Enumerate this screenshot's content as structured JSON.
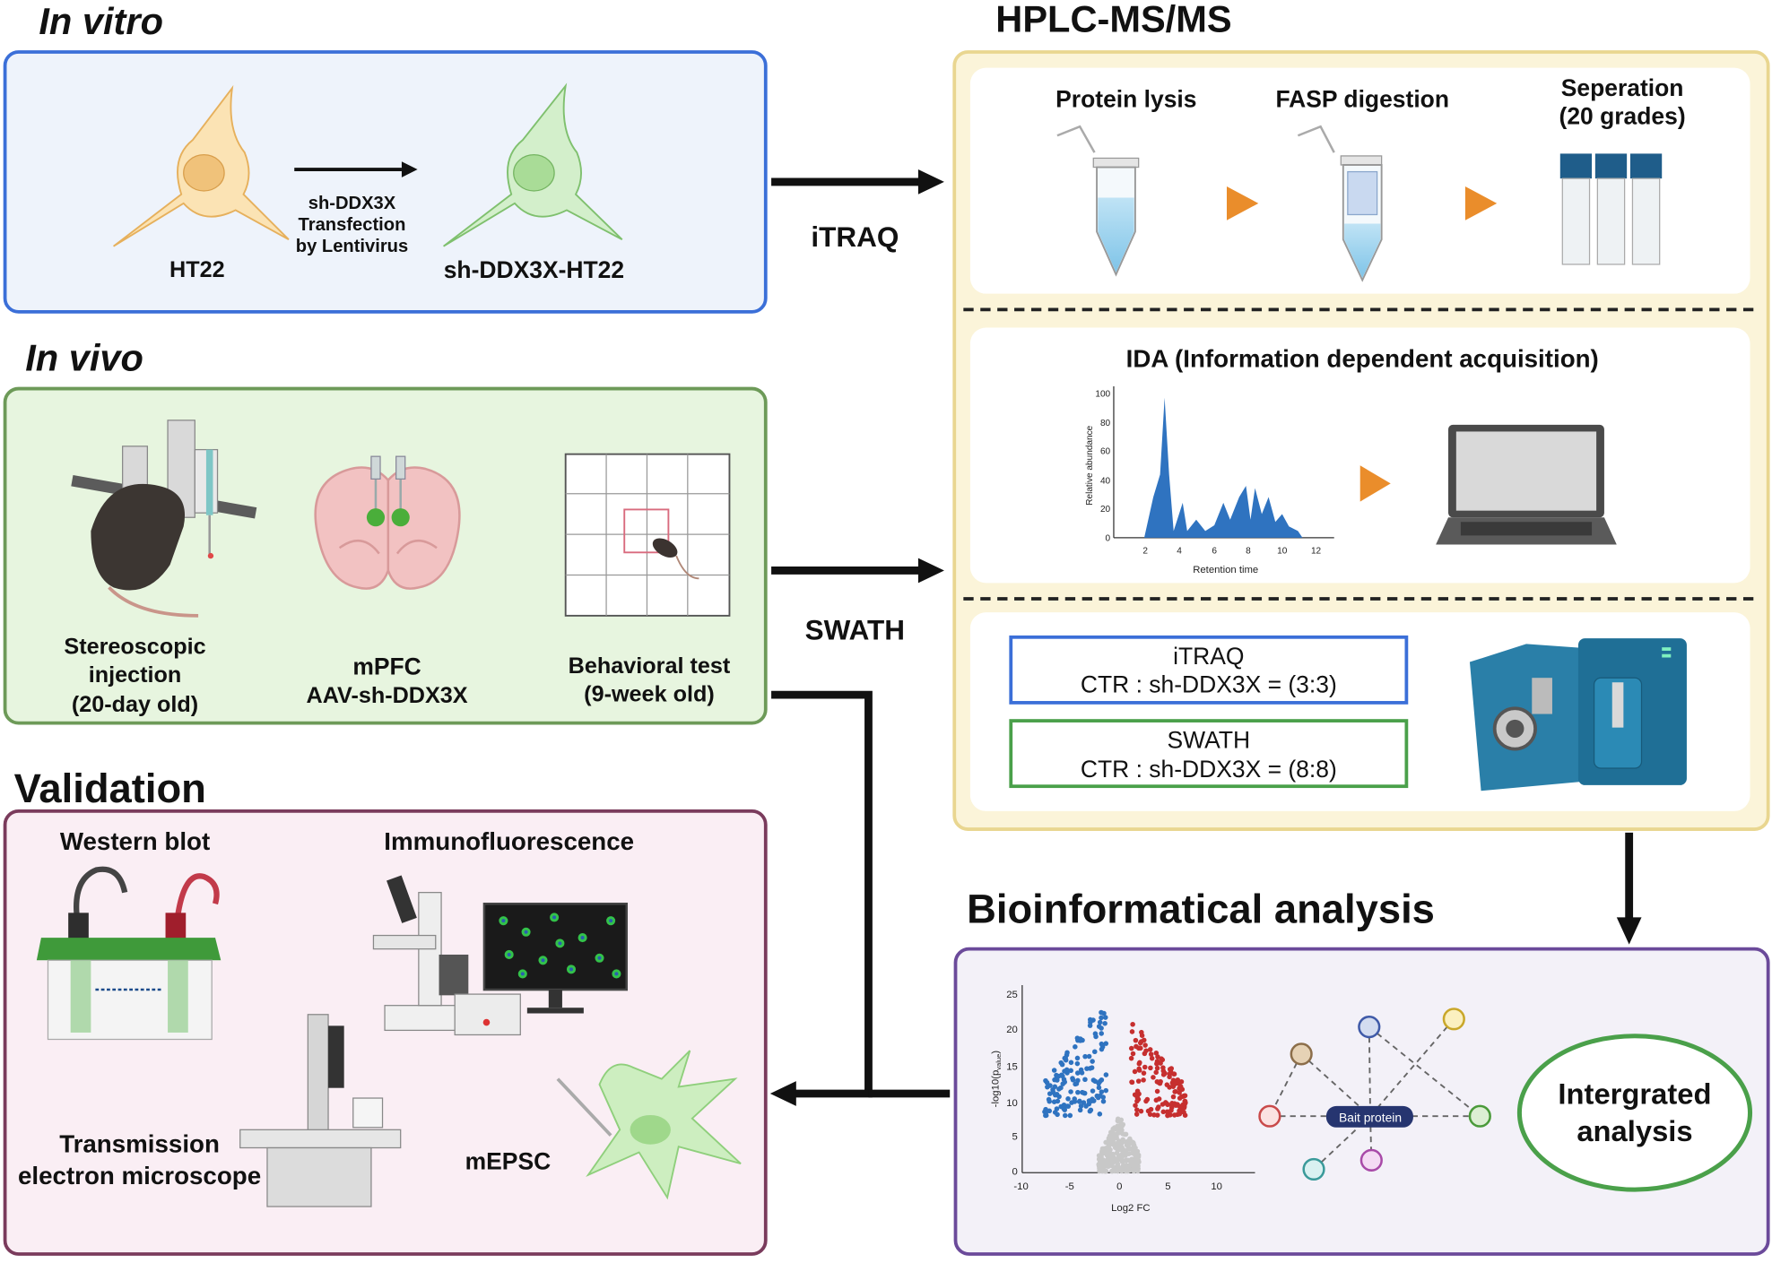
{
  "in_vitro": {
    "title": "In vitro",
    "cell_left_label": "HT22",
    "arrow_label_lines": [
      "sh-DDX3X",
      "Transfection",
      "by Lentivirus"
    ],
    "cell_right_label": "sh-DDX3X-HT22"
  },
  "in_vivo": {
    "title": "In vivo",
    "stereo_label_lines": [
      "Stereoscopic",
      "injection",
      "(20-day old)"
    ],
    "mpfc_label_lines": [
      "mPFC",
      "AAV-sh-DDX3X"
    ],
    "behavior_label_lines": [
      "Behavioral test",
      "(9-week old)"
    ]
  },
  "validation": {
    "title": "Validation",
    "western_blot": "Western blot",
    "immunofluorescence": "Immunofluorescence",
    "tem_lines": [
      "Transmission",
      "electron microscope"
    ],
    "mepsc": "mEPSC"
  },
  "connectors": {
    "itraq": "iTRAQ",
    "swath": "SWATH"
  },
  "hplc": {
    "title": "HPLC-MS/MS",
    "step1": "Protein lysis",
    "step2": "FASP digestion",
    "step3_lines": [
      "Seperation",
      "(20 grades)"
    ],
    "ida_title": "IDA (Information dependent acquisition)",
    "ida_chart": {
      "ylabel": "Relative abundance",
      "xlabel": "Retention time",
      "y_ticks": [
        "0",
        "20",
        "40",
        "60",
        "80",
        "100"
      ],
      "x_ticks": [
        "2",
        "4",
        "6",
        "8",
        "10",
        "12"
      ]
    },
    "box_itraq_lines": [
      "iTRAQ",
      "CTR : sh-DDX3X = (3:3)"
    ],
    "box_swath_lines": [
      "SWATH",
      "CTR : sh-DDX3X = (8:8)"
    ]
  },
  "bioinformatics": {
    "title": "Bioinformatical analysis",
    "volcano": {
      "ylabel": "-log10(p",
      "ylabel_sub": "value",
      "ylabel_end": ")",
      "xlabel": "Log2 FC",
      "y_ticks": [
        "0",
        "5",
        "10",
        "15",
        "20",
        "25"
      ],
      "x_ticks": [
        "-10",
        "-5",
        "0",
        "5",
        "10"
      ]
    },
    "bait_protein": "Bait protein",
    "integrated_lines": [
      "Intergrated",
      "analysis"
    ]
  },
  "colors": {
    "in_vitro_border": "#3b6fd8",
    "in_vitro_fill": "#eef3fb",
    "in_vivo_border": "#6d9a58",
    "in_vivo_fill": "#e7f5df",
    "validation_border": "#7a3b5c",
    "validation_fill": "#faeef4",
    "hplc_border": "#e9d690",
    "hplc_fill": "#fbf4d9",
    "bio_border": "#6b4a9a",
    "bio_fill": "#f3f1f8",
    "orange_arrow": "#ea8d2b",
    "blue_series": "#2f73c0",
    "red_series": "#c62f2f"
  }
}
